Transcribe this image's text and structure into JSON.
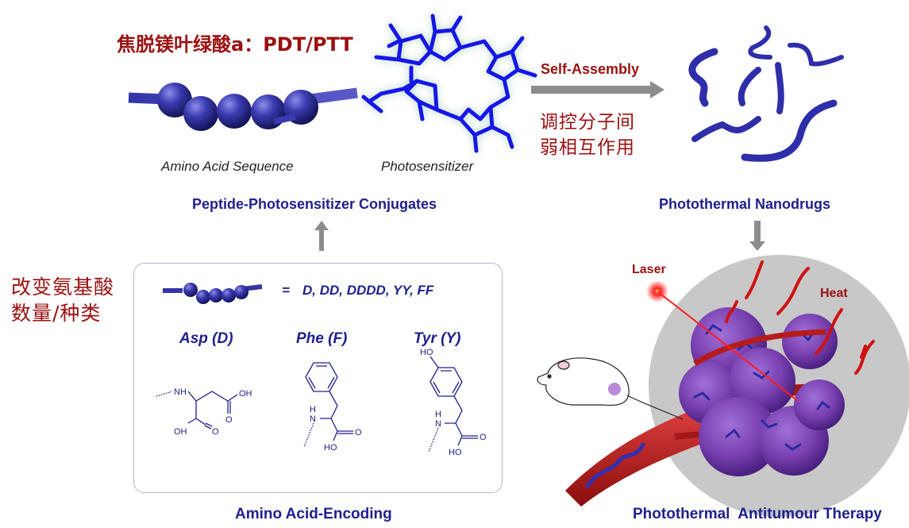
{
  "top": {
    "title_cn": "焦脱镁叶绿酸a：PDT/PTT",
    "amino_acid_sequence_caption": "Amino Acid Sequence",
    "photosensitizer_caption": "Photosensitizer",
    "conjugates_label": "Peptide-Photosensitizer Conjugates"
  },
  "assembly": {
    "arrow_label": "Self-Assembly",
    "note_line1": "调控分子间",
    "note_line2": "弱相互作用"
  },
  "nanodrugs": {
    "label": "Photothermal Nanodrugs"
  },
  "left_note": {
    "line1": "改变氨基酸",
    "line2": "数量/种类"
  },
  "encoding": {
    "sequence_equals": "=",
    "sequence_variants": "D, DD, DDDD, YY, FF",
    "label": "Amino Acid-Encoding",
    "amino_acids": [
      {
        "name": "Asp (D)",
        "atoms": [
          "NH",
          "OH",
          "O",
          "OH",
          "O"
        ]
      },
      {
        "name": "Phe (F)",
        "atoms": [
          "H",
          "N",
          "O",
          "HO"
        ]
      },
      {
        "name": "Tyr (Y)",
        "atoms": [
          "HO",
          "H",
          "N",
          "O",
          "HO"
        ]
      }
    ]
  },
  "therapy": {
    "laser_label": "Laser",
    "heat_label": "Heat",
    "label": "Photothermal  Antitumour Therapy"
  },
  "colors": {
    "dark_red": "#9b1010",
    "navy": "#20208f",
    "bead_blue": "#3a3ab0",
    "photosensitizer_blue": "#1414e6",
    "arrow_gray": "#8c8c8c",
    "tumor_purple": "#7a40b0",
    "vessel_red": "#b41c1c",
    "tissue_gray": "#c8c8c8"
  }
}
